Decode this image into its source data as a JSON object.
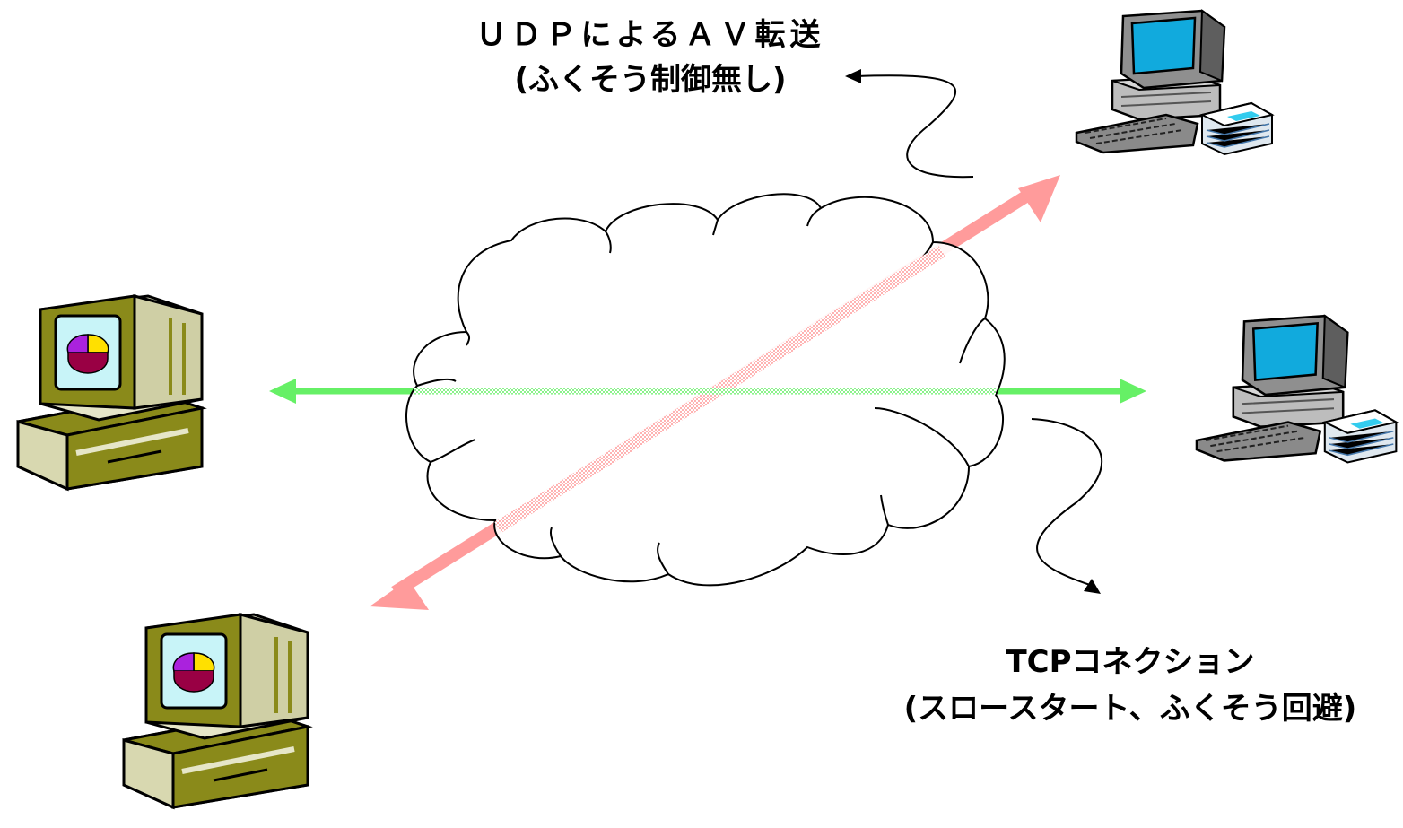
{
  "labels": {
    "udp_line1": "ＵＤＰによるＡＶ転送",
    "udp_line2": "(ふくそう制御無し)",
    "tcp_line1": "TCPコネクション",
    "tcp_line2": "(スロースタート、ふくそう回避)"
  },
  "colors": {
    "udp_arrow": "#ff9b9b",
    "tcp_arrow": "#66f066",
    "cloud_stroke": "#000000",
    "olive_pc_body": "#8a8a1a",
    "olive_pc_light": "#e6e6c8",
    "gray_pc_body": "#9a9a9a",
    "screen_cyan": "#11aadd"
  },
  "icons": [
    "olive-computer-icon",
    "gray-computer-icon",
    "network-cloud-icon",
    "pie-chart-icon"
  ]
}
